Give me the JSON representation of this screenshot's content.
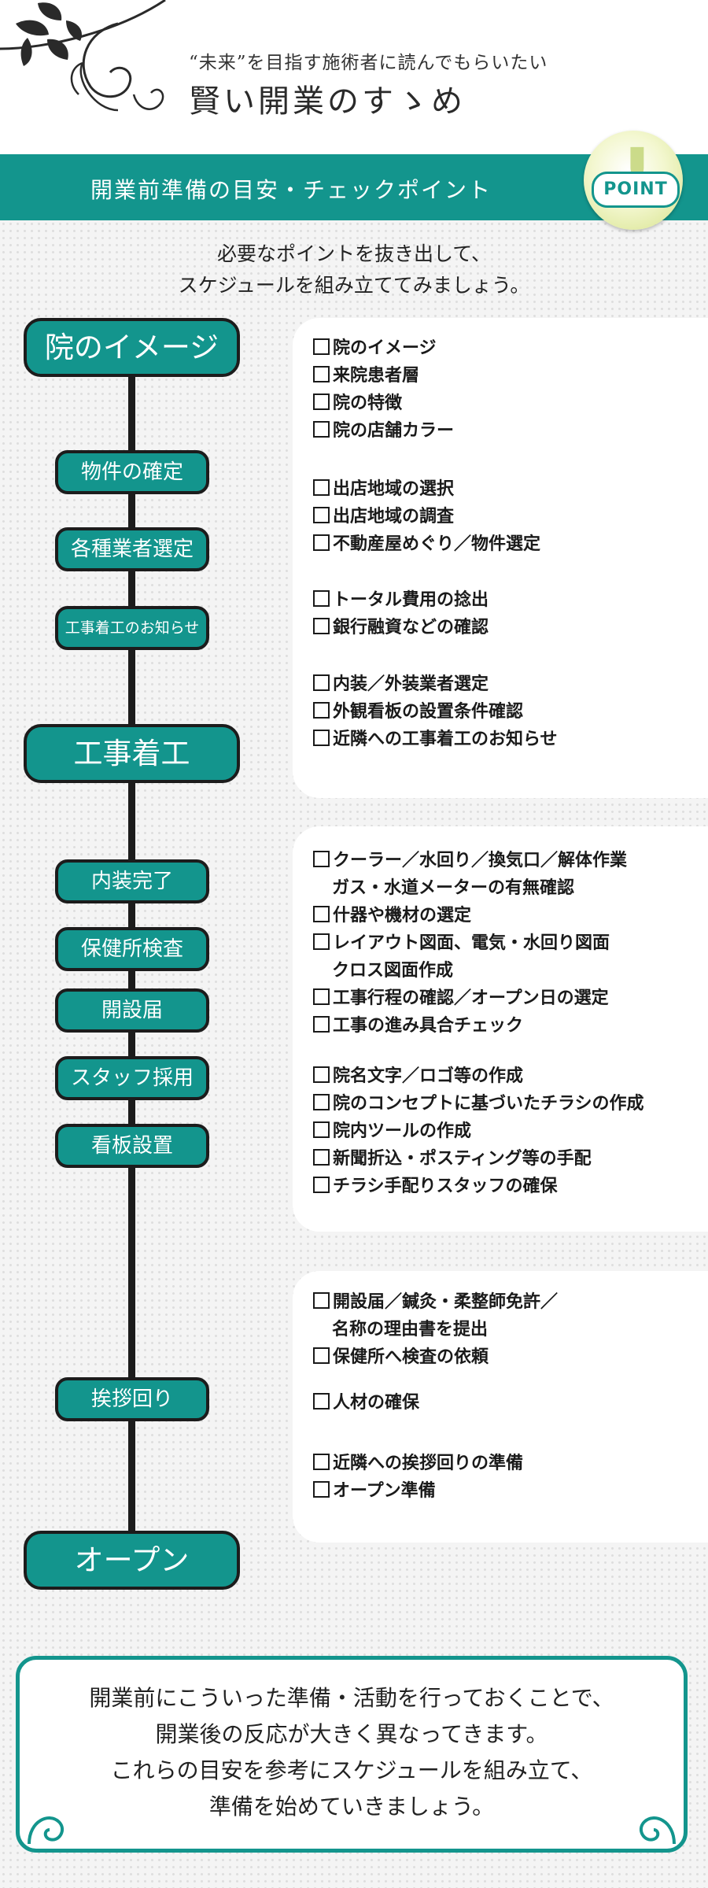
{
  "header": {
    "subtitle": "“未来”を目指す施術者に読んでもらいたい",
    "title": "賢い開業のすゝめ"
  },
  "banner": {
    "title": "開業前準備の目安・チェックポイント",
    "badge": "POINT"
  },
  "intro": [
    "必要なポイントを抜き出して、",
    "スケジュールを組み立ててみましょう。"
  ],
  "timeline": [
    "院のイメージ",
    "物件の確定",
    "各種業者選定",
    "工事着工のお知らせ",
    "工事着工",
    "内装完了",
    "保健所検査",
    "開設届",
    "スタッフ採用",
    "看板設置",
    "挨拶回り",
    "オープン"
  ],
  "checklist": [
    [
      "院のイメージ",
      "来院患者層",
      "院の特徴",
      "院の店舗カラー"
    ],
    [
      "出店地域の選択",
      "出店地域の調査",
      "不動産屋めぐり／物件選定"
    ],
    [
      "トータル費用の捻出",
      "銀行融資などの確認"
    ],
    [
      "内装／外装業者選定",
      "外観看板の設置条件確認",
      "近隣への工事着工のお知らせ"
    ],
    [
      "クーラー／水回り／換気口／解体作業",
      "ガス・水道メーターの有無確認",
      "什器や機材の選定",
      "レイアウト図面、電気・水回り図面",
      "クロス図面作成",
      "工事行程の確認／オープン日の選定",
      "工事の進み具合チェック"
    ],
    [
      "院名文字／ロゴ等の作成",
      "院のコンセプトに基づいたチラシの作成",
      "院内ツールの作成",
      "新聞折込・ポスティング等の手配",
      "チラシ手配りスタッフの確保"
    ],
    [
      "開設届／鍼灸・柔整師免許／",
      "名称の理由書を提出",
      "保健所へ検査の依頼"
    ],
    [
      "人材の確保"
    ],
    [
      "近隣への挨拶回りの準備",
      "オープン準備"
    ]
  ],
  "footer": [
    "開業前にこういった準備・活動を行っておくことで、",
    "開業後の反応が大きく異なってきます。",
    "これらの目安を参考にスケジュールを組み立て、",
    "準備を始めていきましょう。"
  ],
  "colors": {
    "accent": "#13958d",
    "badge": "#d6e28a",
    "line": "#1c1c1c"
  }
}
